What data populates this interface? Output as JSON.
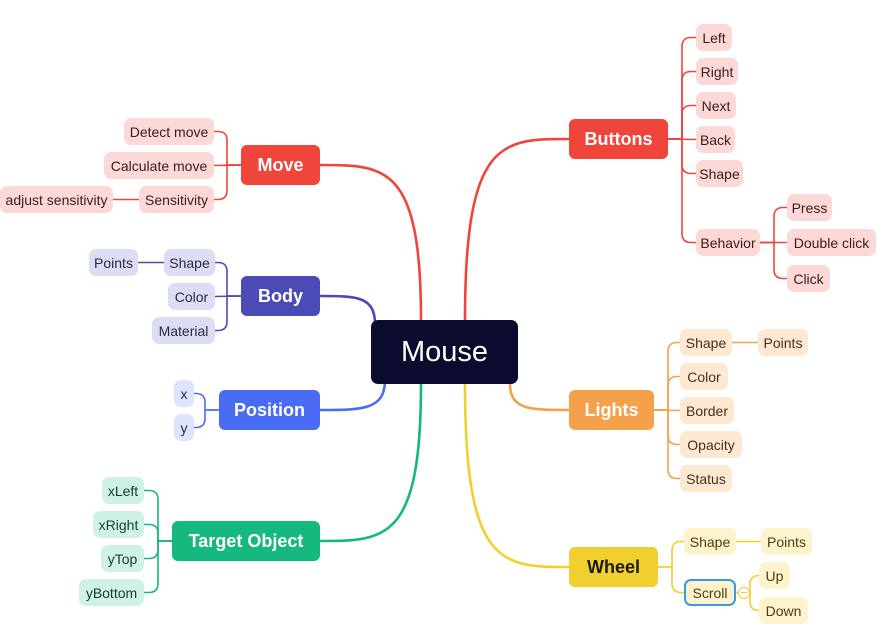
{
  "root": {
    "label": "Mouse"
  },
  "branches": [
    {
      "key": "move",
      "label": "Move",
      "color": "#f0453a",
      "leaf_bg": "#fcd9d6",
      "leaf_text": "#3a1a1a",
      "children": [
        {
          "label": "Detect move"
        },
        {
          "label": "Calculate move"
        },
        {
          "label": "Sensitivity",
          "children": [
            {
              "label": "adjust sensitivity"
            }
          ]
        }
      ]
    },
    {
      "key": "body",
      "label": "Body",
      "color": "#4b4bb8",
      "leaf_bg": "#dcdcf3",
      "leaf_text": "#2a2a44",
      "children": [
        {
          "label": "Shape",
          "children": [
            {
              "label": "Points"
            }
          ]
        },
        {
          "label": "Color"
        },
        {
          "label": "Material"
        }
      ]
    },
    {
      "key": "position",
      "label": "Position",
      "color": "#4a6cf5",
      "leaf_bg": "#dde5fd",
      "leaf_text": "#1e2a55",
      "children": [
        {
          "label": "x"
        },
        {
          "label": "y"
        }
      ]
    },
    {
      "key": "target",
      "label": "Target Object",
      "color": "#15b97d",
      "leaf_bg": "#d0f2e4",
      "leaf_text": "#16402f",
      "children": [
        {
          "label": "xLeft"
        },
        {
          "label": "xRight"
        },
        {
          "label": "yTop"
        },
        {
          "label": "yBottom"
        }
      ]
    },
    {
      "key": "buttons",
      "label": "Buttons",
      "color": "#f0453a",
      "leaf_bg": "#fcd9d6",
      "leaf_text": "#3a1a1a",
      "children": [
        {
          "label": "Left"
        },
        {
          "label": "Right"
        },
        {
          "label": "Next"
        },
        {
          "label": "Back"
        },
        {
          "label": "Shape"
        },
        {
          "label": "Behavior",
          "children": [
            {
              "label": "Press"
            },
            {
              "label": "Double click"
            },
            {
              "label": "Click"
            }
          ]
        }
      ]
    },
    {
      "key": "lights",
      "label": "Lights",
      "color": "#f5a04a",
      "leaf_bg": "#fde8d2",
      "leaf_text": "#4a3015",
      "children": [
        {
          "label": "Shape",
          "children": [
            {
              "label": "Points"
            }
          ]
        },
        {
          "label": "Color"
        },
        {
          "label": "Border"
        },
        {
          "label": "Opacity"
        },
        {
          "label": "Status"
        }
      ]
    },
    {
      "key": "wheel",
      "label": "Wheel",
      "color": "#f0cf2e",
      "leaf_bg": "#fdf3cc",
      "leaf_text": "#4a3d10",
      "children": [
        {
          "label": "Shape",
          "children": [
            {
              "label": "Points"
            }
          ]
        },
        {
          "label": "Scroll",
          "selected": true,
          "children": [
            {
              "label": "Up"
            },
            {
              "label": "Down"
            }
          ]
        }
      ]
    }
  ],
  "colors": {
    "root_bg": "#0b0b2e",
    "selection": "#3b9ae8"
  }
}
